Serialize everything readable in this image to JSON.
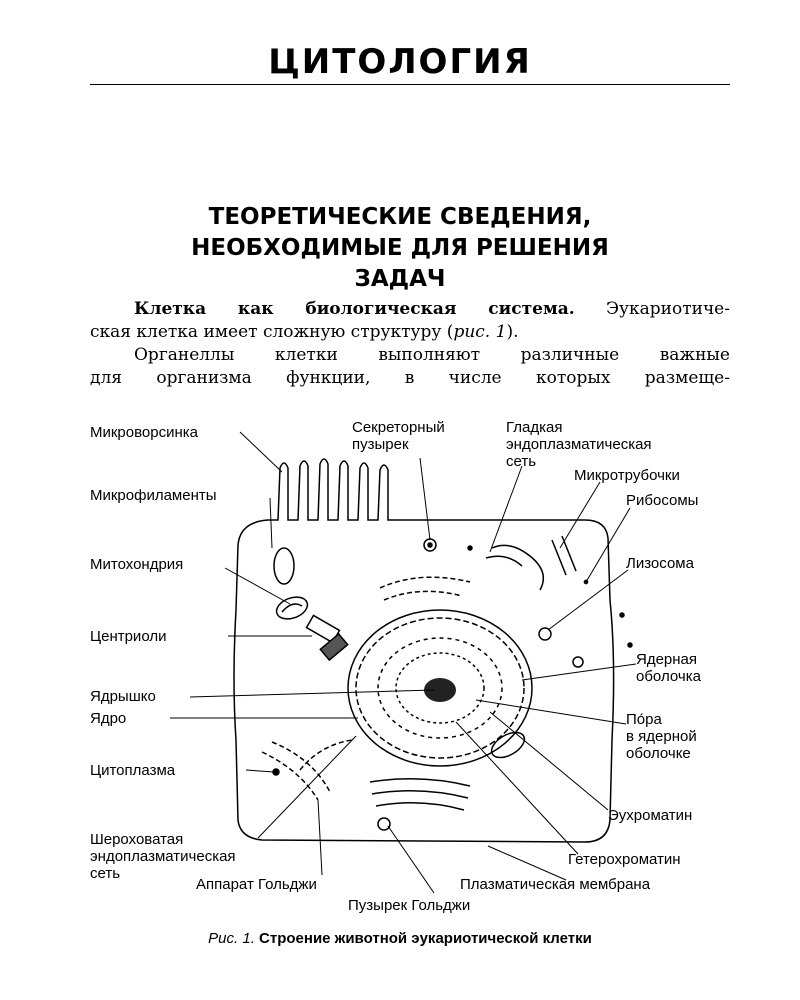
{
  "chapter_title": "ЦИТОЛОГИЯ",
  "section_heading": {
    "line1": "ТЕОРЕТИЧЕСКИЕ СВЕДЕНИЯ,",
    "line2": "НЕОБХОДИМЫЕ ДЛЯ РЕШЕНИЯ",
    "line3": "ЗАДАЧ"
  },
  "paragraph1": {
    "bold_run": "Клетка как биологическая система.",
    "line1_rest": " Эукариотиче-",
    "line2_a": "ская клетка имеет сложную структуру (",
    "line2_ref": "рис. 1",
    "line2_b": ")."
  },
  "paragraph2": {
    "line1": "Органеллы клетки выполняют различные важные",
    "line2": "для организма функции, в числе которых размеще-"
  },
  "figure": {
    "labels": {
      "microvillus": "Микроворсинка",
      "microfilaments": "Микрофиламенты",
      "mitochondrion": "Митохондрия",
      "centrioles": "Центриоли",
      "nucleolus": "Ядрышко",
      "nucleus": "Ядро",
      "cytoplasm": "Цитоплазма",
      "rough_er_1": "Шероховатая",
      "rough_er_2": "эндоплазматическая",
      "rough_er_3": "сеть",
      "golgi": "Аппарат Гольджи",
      "golgi_vesicle": "Пузырек Гольджи",
      "secretory_1": "Секреторный",
      "secretory_2": "пузырек",
      "smooth_er_1": "Гладкая",
      "smooth_er_2": "эндоплазматическая",
      "smooth_er_3": "сеть",
      "microtubules": "Микротрубочки",
      "ribosomes": "Рибосомы",
      "lysosome": "Лизосома",
      "nuclear_env_1": "Ядерная",
      "nuclear_env_2": "оболочка",
      "pore_1": "По́ра",
      "pore_2": "в ядерной",
      "pore_3": "оболочке",
      "euchromatin": "Эухроматин",
      "heterochromatin": "Гетерохроматин",
      "plasma_membrane": "Плазматическая мембрана"
    }
  },
  "caption": {
    "prefix": "Рис. 1.",
    "text": "Строение животной эукариотической клетки"
  }
}
